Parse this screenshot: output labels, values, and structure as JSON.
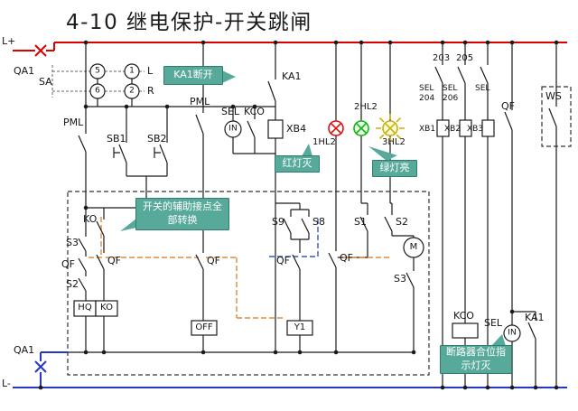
{
  "title": "4-10  继电保护-开关跳闸",
  "bus": {
    "positive": "L+",
    "negative": "L-",
    "isolator_top": "QA1",
    "isolator_bottom": "QA1"
  },
  "switch_sa": {
    "name": "SA",
    "c5": "5",
    "c1": "1",
    "c6": "6",
    "c2": "2",
    "left": "L",
    "right": "R"
  },
  "components": {
    "ka1_top": "KA1",
    "pml_right": "PML",
    "pml_left": "PML",
    "sel_mid": "SEL",
    "kco_mid": "KCO",
    "in_mid": "IN",
    "xb4": "XB4",
    "sb1": "SB1",
    "sb2": "SB2",
    "qf_top": "QF",
    "ws": "WS",
    "kco_bottom": "KCO",
    "sel_bottom": "SEL",
    "in_bottom": "IN",
    "ka1_bottom": "KA1"
  },
  "lamps": {
    "red": "1HL2",
    "green": "2HL2",
    "yellow": "3HL2"
  },
  "feeders": {
    "n203": "203",
    "n205": "205",
    "sel204_l1": "SEL",
    "sel204_l2": "204",
    "sel206_l1": "SEL",
    "sel206_l2": "206",
    "sel3": "SEL",
    "xb1": "XB1",
    "xb2": "XB2",
    "xb3": "XB3"
  },
  "aux": {
    "ko": "KO",
    "s3_left": "S3",
    "qf_ko_col": "QF",
    "qf_left": "QF",
    "s2_left": "S2",
    "s9": "S9",
    "s8": "S8",
    "qf_mid_left": "QF",
    "qf_mid": "QF",
    "qf_lamp_col": "QF",
    "s1": "S1",
    "s2_right": "S2",
    "motor": "M",
    "s3_right": "S3",
    "hq": "HQ",
    "ko_box": "KO",
    "off": "OFF",
    "y1": "Y1"
  },
  "callouts": {
    "ka1_open": "KA1断开",
    "red_off": "红灯灭",
    "green_on": "绿灯亮",
    "aux_l1": "开关的辅助接点全",
    "aux_l2": "部转换",
    "breaker_l1": "断路器合位指",
    "breaker_l2": "示灯灭"
  },
  "colors": {
    "positive_bus": "#dd0000",
    "negative_bus": "#2437c8",
    "wire": "#1a1a1a",
    "callout_bg": "#57a99a",
    "callout_border": "#2f7d6e",
    "highlight_orange": "#e08a3c",
    "highlight_blue": "#3a55cc",
    "lamp_red": "#e01010",
    "lamp_green": "#12b412",
    "lamp_yellow": "#c9b200"
  }
}
